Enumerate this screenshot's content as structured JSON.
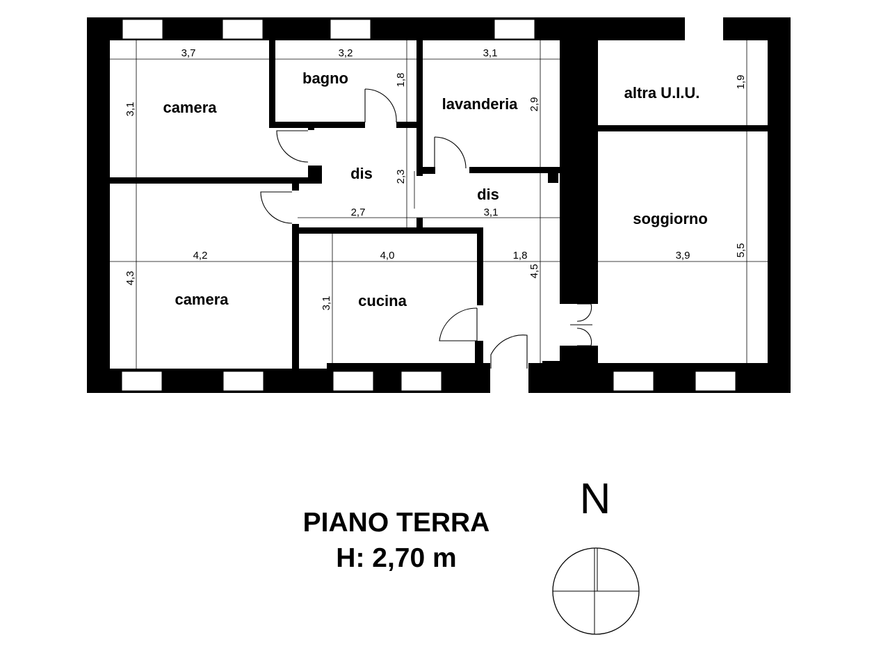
{
  "rooms": {
    "camera_top": "camera",
    "bagno": "bagno",
    "lavanderia": "lavanderia",
    "altra_uiu": "altra U.I.U.",
    "dis_left": "dis",
    "dis_right": "dis",
    "soggiorno": "soggiorno",
    "camera_bottom": "camera",
    "cucina": "cucina"
  },
  "dimensions": {
    "camera_top_width": "3,7",
    "bagno_width": "3,2",
    "lavanderia_width": "3,1",
    "camera_top_depth": "3,1",
    "bagno_depth": "1,8",
    "lavanderia_depth": "2,9",
    "altra_depth": "1,9",
    "dis_depth": "2,3",
    "dis_left_width": "2,7",
    "dis_right_width": "3,1",
    "camera_bottom_width": "4,2",
    "cucina_width": "4,0",
    "ingresso_width": "1,8",
    "soggiorno_width": "3,9",
    "camera_bottom_depth": "4,3",
    "cucina_depth": "3,1",
    "ingresso_depth": "4,5",
    "soggiorno_depth": "5,5"
  },
  "title": {
    "line1": "PIANO TERRA",
    "line2": "H: 2,70 m"
  },
  "compass": {
    "label": "N"
  }
}
